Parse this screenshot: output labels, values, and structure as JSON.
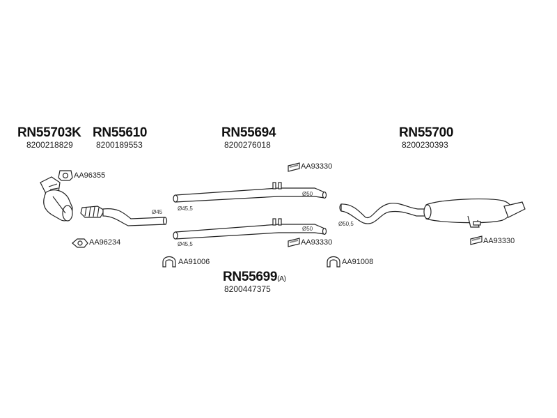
{
  "parts": {
    "cat": {
      "code": "RN55703K",
      "oem": "8200218829"
    },
    "front_pipe": {
      "code": "RN55610",
      "oem": "8200189553"
    },
    "middle_pipes": {
      "code": "RN55694",
      "oem": "8200276018"
    },
    "rear_silencer": {
      "code": "RN55700",
      "oem": "8200230393"
    },
    "kit": {
      "code": "RN55699",
      "suffix": "(A)",
      "oem": "8200447375"
    }
  },
  "accessories": {
    "gasket_top": "AA96355",
    "gasket_bottom": "AA96234",
    "mount_middle_top": "AA93330",
    "mount_middle_bottom": "AA93330",
    "mount_rear": "AA93330",
    "clamp_left": "AA91006",
    "clamp_right": "AA91008"
  },
  "diameters": {
    "front_pipe_end": "Ø45",
    "pipe_top_start": "Ø45,5",
    "pipe_top_end": "Ø50",
    "pipe_bottom_start": "Ø45,5",
    "pipe_bottom_end": "Ø50",
    "rear_inlet": "Ø50,5"
  }
}
